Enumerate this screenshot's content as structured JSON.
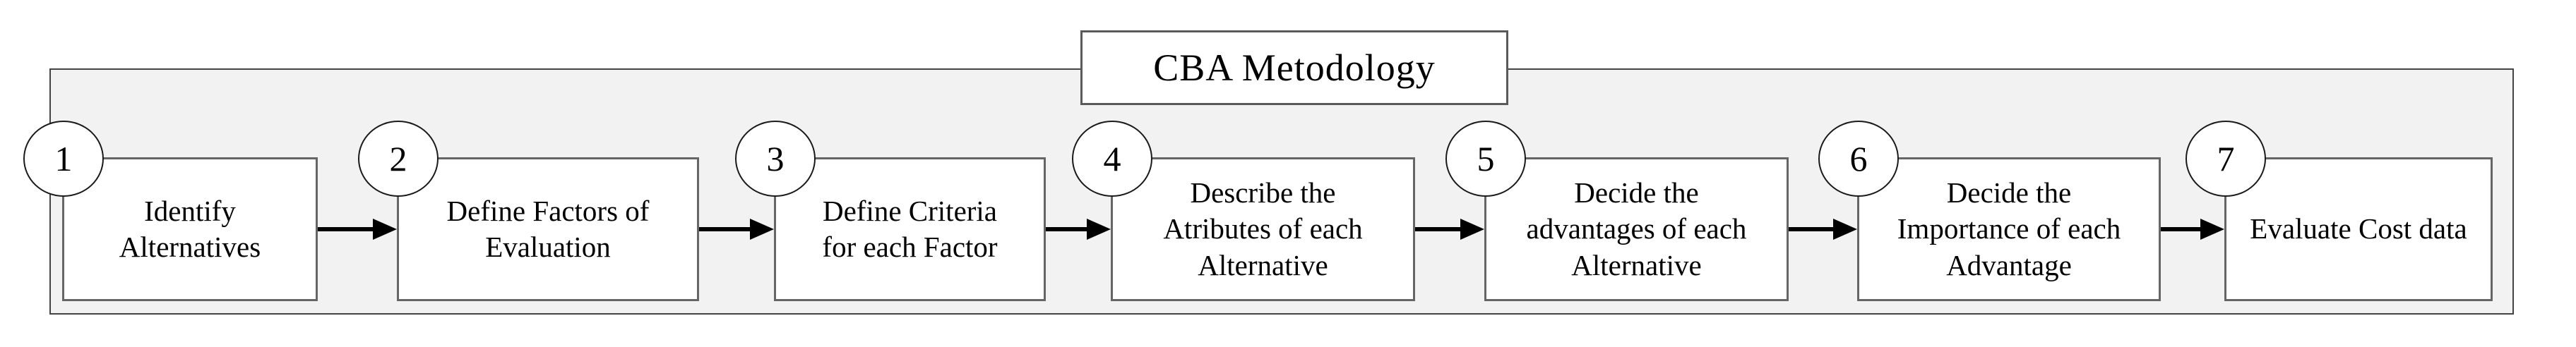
{
  "title": "CBA Metodology",
  "steps": [
    {
      "number": "1",
      "label": "Identify\nAlternatives"
    },
    {
      "number": "2",
      "label": "Define Factors of\nEvaluation"
    },
    {
      "number": "3",
      "label": "Define Criteria\nfor each Factor"
    },
    {
      "number": "4",
      "label": "Describe the\nAtributes of each\nAlternative"
    },
    {
      "number": "5",
      "label": "Decide the\nadvantages of each\nAlternative"
    },
    {
      "number": "6",
      "label": "Decide the\nImportance of each\nAdvantage"
    },
    {
      "number": "7",
      "label": "Evaluate Cost data"
    }
  ],
  "colors": {
    "band_fill": "#f2f2f2",
    "band_border": "#444444",
    "box_fill": "#ffffff",
    "box_border": "#666666",
    "arrow": "#000000",
    "text": "#000000"
  }
}
